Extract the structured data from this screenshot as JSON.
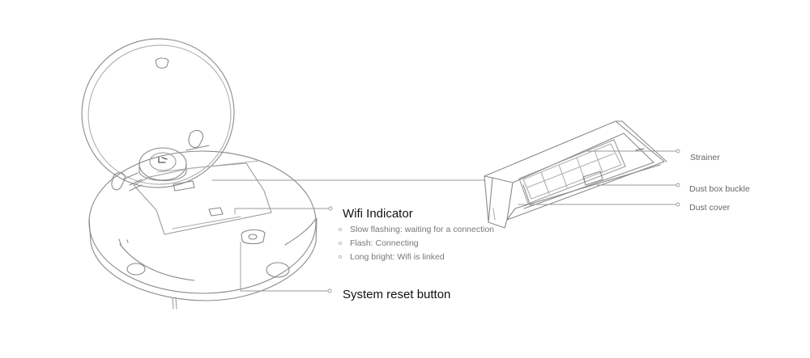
{
  "wifi": {
    "title": "Wifi Indicator",
    "states": [
      "Slow flashing: waiting for a connection",
      "Flash: Connecting",
      "Long bright: Wifi is linked"
    ]
  },
  "reset": {
    "title": "System reset button"
  },
  "dust_box": {
    "parts": [
      "Strainer",
      "Dust box buckle",
      "Dust cover"
    ]
  }
}
